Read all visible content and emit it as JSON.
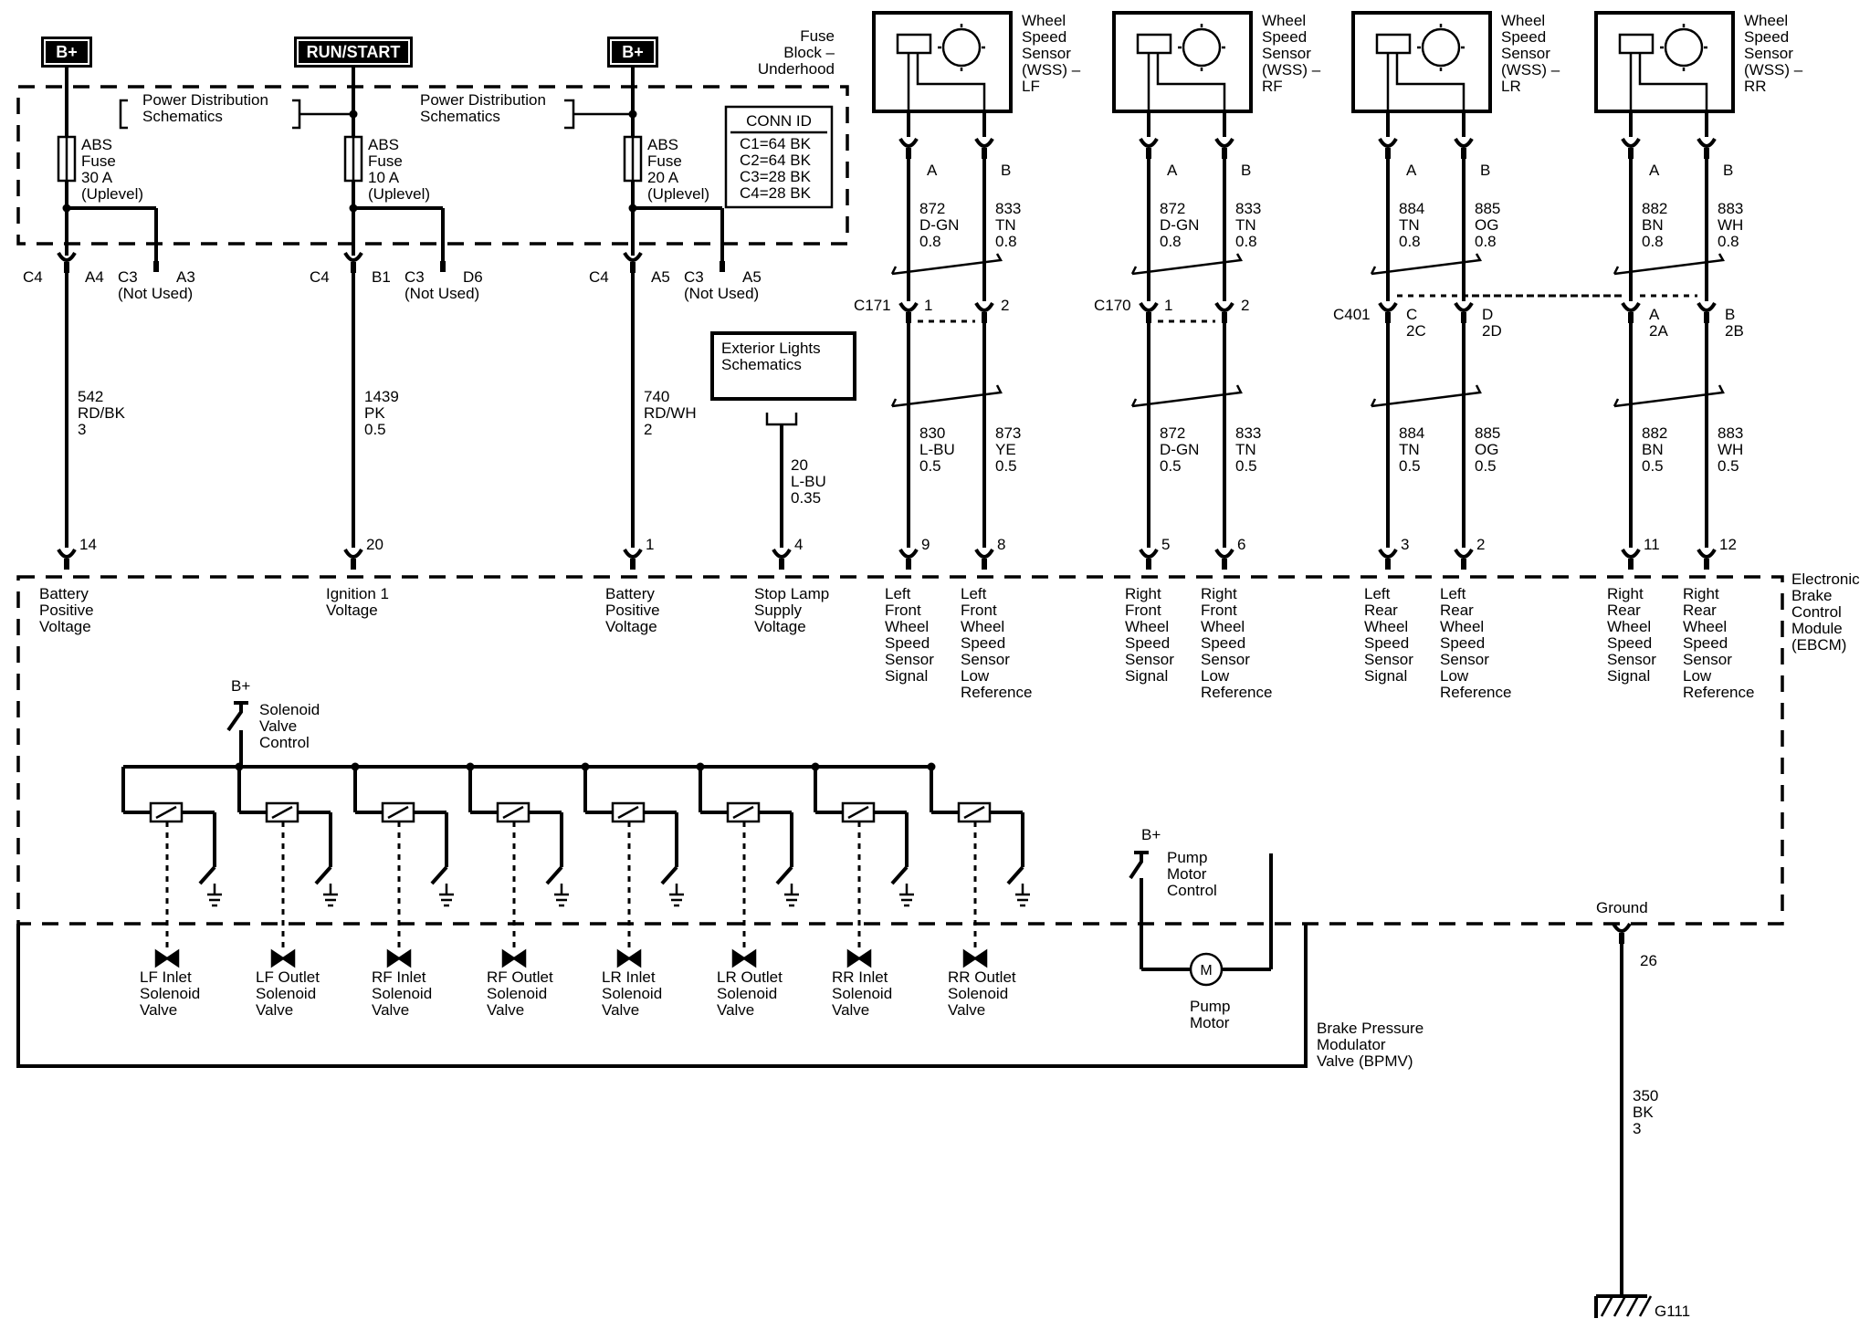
{
  "diagram": {
    "power_sources": [
      {
        "label": "B+"
      },
      {
        "label": "RUN/START"
      },
      {
        "label": "B+"
      }
    ],
    "power_distribution_ref": "Power Distribution Schematics",
    "fuse_block_label": "Fuse Block – Underhood",
    "fuses": [
      {
        "name": "ABS",
        "type": "Fuse",
        "rating": "30 A",
        "option": "(Uplevel)"
      },
      {
        "name": "ABS",
        "type": "Fuse",
        "rating": "10 A",
        "option": "(Uplevel)"
      },
      {
        "name": "ABS",
        "type": "Fuse",
        "rating": "20 A",
        "option": "(Uplevel)"
      }
    ],
    "conn_id": {
      "title": "CONN ID",
      "rows": [
        "C1=64 BK",
        "C2=64 BK",
        "C3=28 BK",
        "C4=28 BK"
      ]
    },
    "fuse_pins": [
      {
        "conn": "C4",
        "pin": "A4",
        "alt_conn": "C3",
        "alt_pin": "A3",
        "alt_note": "(Not Used)"
      },
      {
        "conn": "C4",
        "pin": "B1",
        "alt_conn": "C3",
        "alt_pin": "D6",
        "alt_note": "(Not Used)"
      },
      {
        "conn": "C4",
        "pin": "A5",
        "alt_conn": "C3",
        "alt_pin": "A5",
        "alt_note": "(Not Used)"
      }
    ],
    "power_wires": [
      {
        "circuit": "542",
        "color": "RD/BK",
        "gauge": "3"
      },
      {
        "circuit": "1439",
        "color": "PK",
        "gauge": "0.5"
      },
      {
        "circuit": "740",
        "color": "RD/WH",
        "gauge": "2"
      }
    ],
    "exterior_lights_ref": "Exterior Lights Schematics",
    "stop_lamp_wire": {
      "circuit": "20",
      "color": "L-BU",
      "gauge": "0.35"
    },
    "sensors": [
      {
        "label": "Wheel Speed Sensor (WSS) – LF",
        "pin_a": "A",
        "pin_b": "B",
        "upper_a": [
          "872",
          "D-GN",
          "0.8"
        ],
        "upper_b": [
          "833",
          "TN",
          "0.8"
        ],
        "lower_a": [
          "830",
          "L-BU",
          "0.5"
        ],
        "lower_b": [
          "873",
          "YE",
          "0.5"
        ]
      },
      {
        "label": "Wheel Speed Sensor (WSS) – RF",
        "pin_a": "A",
        "pin_b": "B",
        "upper_a": [
          "872",
          "D-GN",
          "0.8"
        ],
        "upper_b": [
          "833",
          "TN",
          "0.8"
        ],
        "lower_a": [
          "872",
          "D-GN",
          "0.5"
        ],
        "lower_b": [
          "833",
          "TN",
          "0.5"
        ]
      },
      {
        "label": "Wheel Speed Sensor (WSS) – LR",
        "pin_a": "A",
        "pin_b": "B",
        "upper_a": [
          "884",
          "TN",
          "0.8"
        ],
        "upper_b": [
          "885",
          "OG",
          "0.8"
        ],
        "lower_a": [
          "884",
          "TN",
          "0.5"
        ],
        "lower_b": [
          "885",
          "OG",
          "0.5"
        ]
      },
      {
        "label": "Wheel Speed Sensor (WSS) – RR",
        "pin_a": "A",
        "pin_b": "B",
        "upper_a": [
          "882",
          "BN",
          "0.8"
        ],
        "upper_b": [
          "883",
          "WH",
          "0.8"
        ],
        "lower_a": [
          "882",
          "BN",
          "0.5"
        ],
        "lower_b": [
          "883",
          "WH",
          "0.5"
        ]
      }
    ],
    "inline_connectors": [
      {
        "name": "C171",
        "pins": [
          "1",
          "2"
        ]
      },
      {
        "name": "C170",
        "pins": [
          "1",
          "2"
        ]
      },
      {
        "name": "C401",
        "pins": [
          "C",
          "2C",
          "D",
          "2D",
          "A",
          "2A",
          "B",
          "2B"
        ]
      }
    ],
    "ebcm": {
      "name": "Electronic Brake Control Module (EBCM)",
      "pins": [
        {
          "num": "14",
          "label": "Battery Positive Voltage"
        },
        {
          "num": "20",
          "label": "Ignition 1 Voltage"
        },
        {
          "num": "1",
          "label": "Battery Positive Voltage"
        },
        {
          "num": "4",
          "label": "Stop Lamp Supply Voltage"
        },
        {
          "num": "9",
          "label": "Left Front Wheel Speed Sensor Signal"
        },
        {
          "num": "8",
          "label": "Left Front Wheel Speed Sensor Low Reference"
        },
        {
          "num": "5",
          "label": "Right Front Wheel Speed Sensor Signal"
        },
        {
          "num": "6",
          "label": "Right Front Wheel Speed Sensor Low Reference"
        },
        {
          "num": "3",
          "label": "Left Rear Wheel Speed Sensor Signal"
        },
        {
          "num": "2",
          "label": "Left Rear Wheel Speed Sensor Low Reference"
        },
        {
          "num": "11",
          "label": "Right Rear Wheel Speed Sensor Signal"
        },
        {
          "num": "12",
          "label": "Right Rear Wheel Speed Sensor Low Reference"
        }
      ],
      "solenoid_control": {
        "supply": "B+",
        "label": "Solenoid Valve Control"
      },
      "pump_control": {
        "supply": "B+",
        "label": "Pump Motor Control"
      },
      "ground_label": "Ground",
      "ground_pin": "26"
    },
    "bpmv": {
      "name": "Brake Pressure Modulator Valve (BPMV)",
      "valves": [
        "LF Inlet Solenoid Valve",
        "LF Outlet Solenoid Valve",
        "RF Inlet Solenoid Valve",
        "RF Outlet Solenoid Valve",
        "LR Inlet Solenoid Valve",
        "LR Outlet Solenoid Valve",
        "RR Inlet Solenoid Valve",
        "RR Outlet Solenoid Valve"
      ],
      "pump_motor": {
        "symbol": "M",
        "label": "Pump Motor"
      }
    },
    "ground_wire": {
      "circuit": "350",
      "color": "BK",
      "gauge": "3"
    },
    "ground_point": "G111"
  }
}
